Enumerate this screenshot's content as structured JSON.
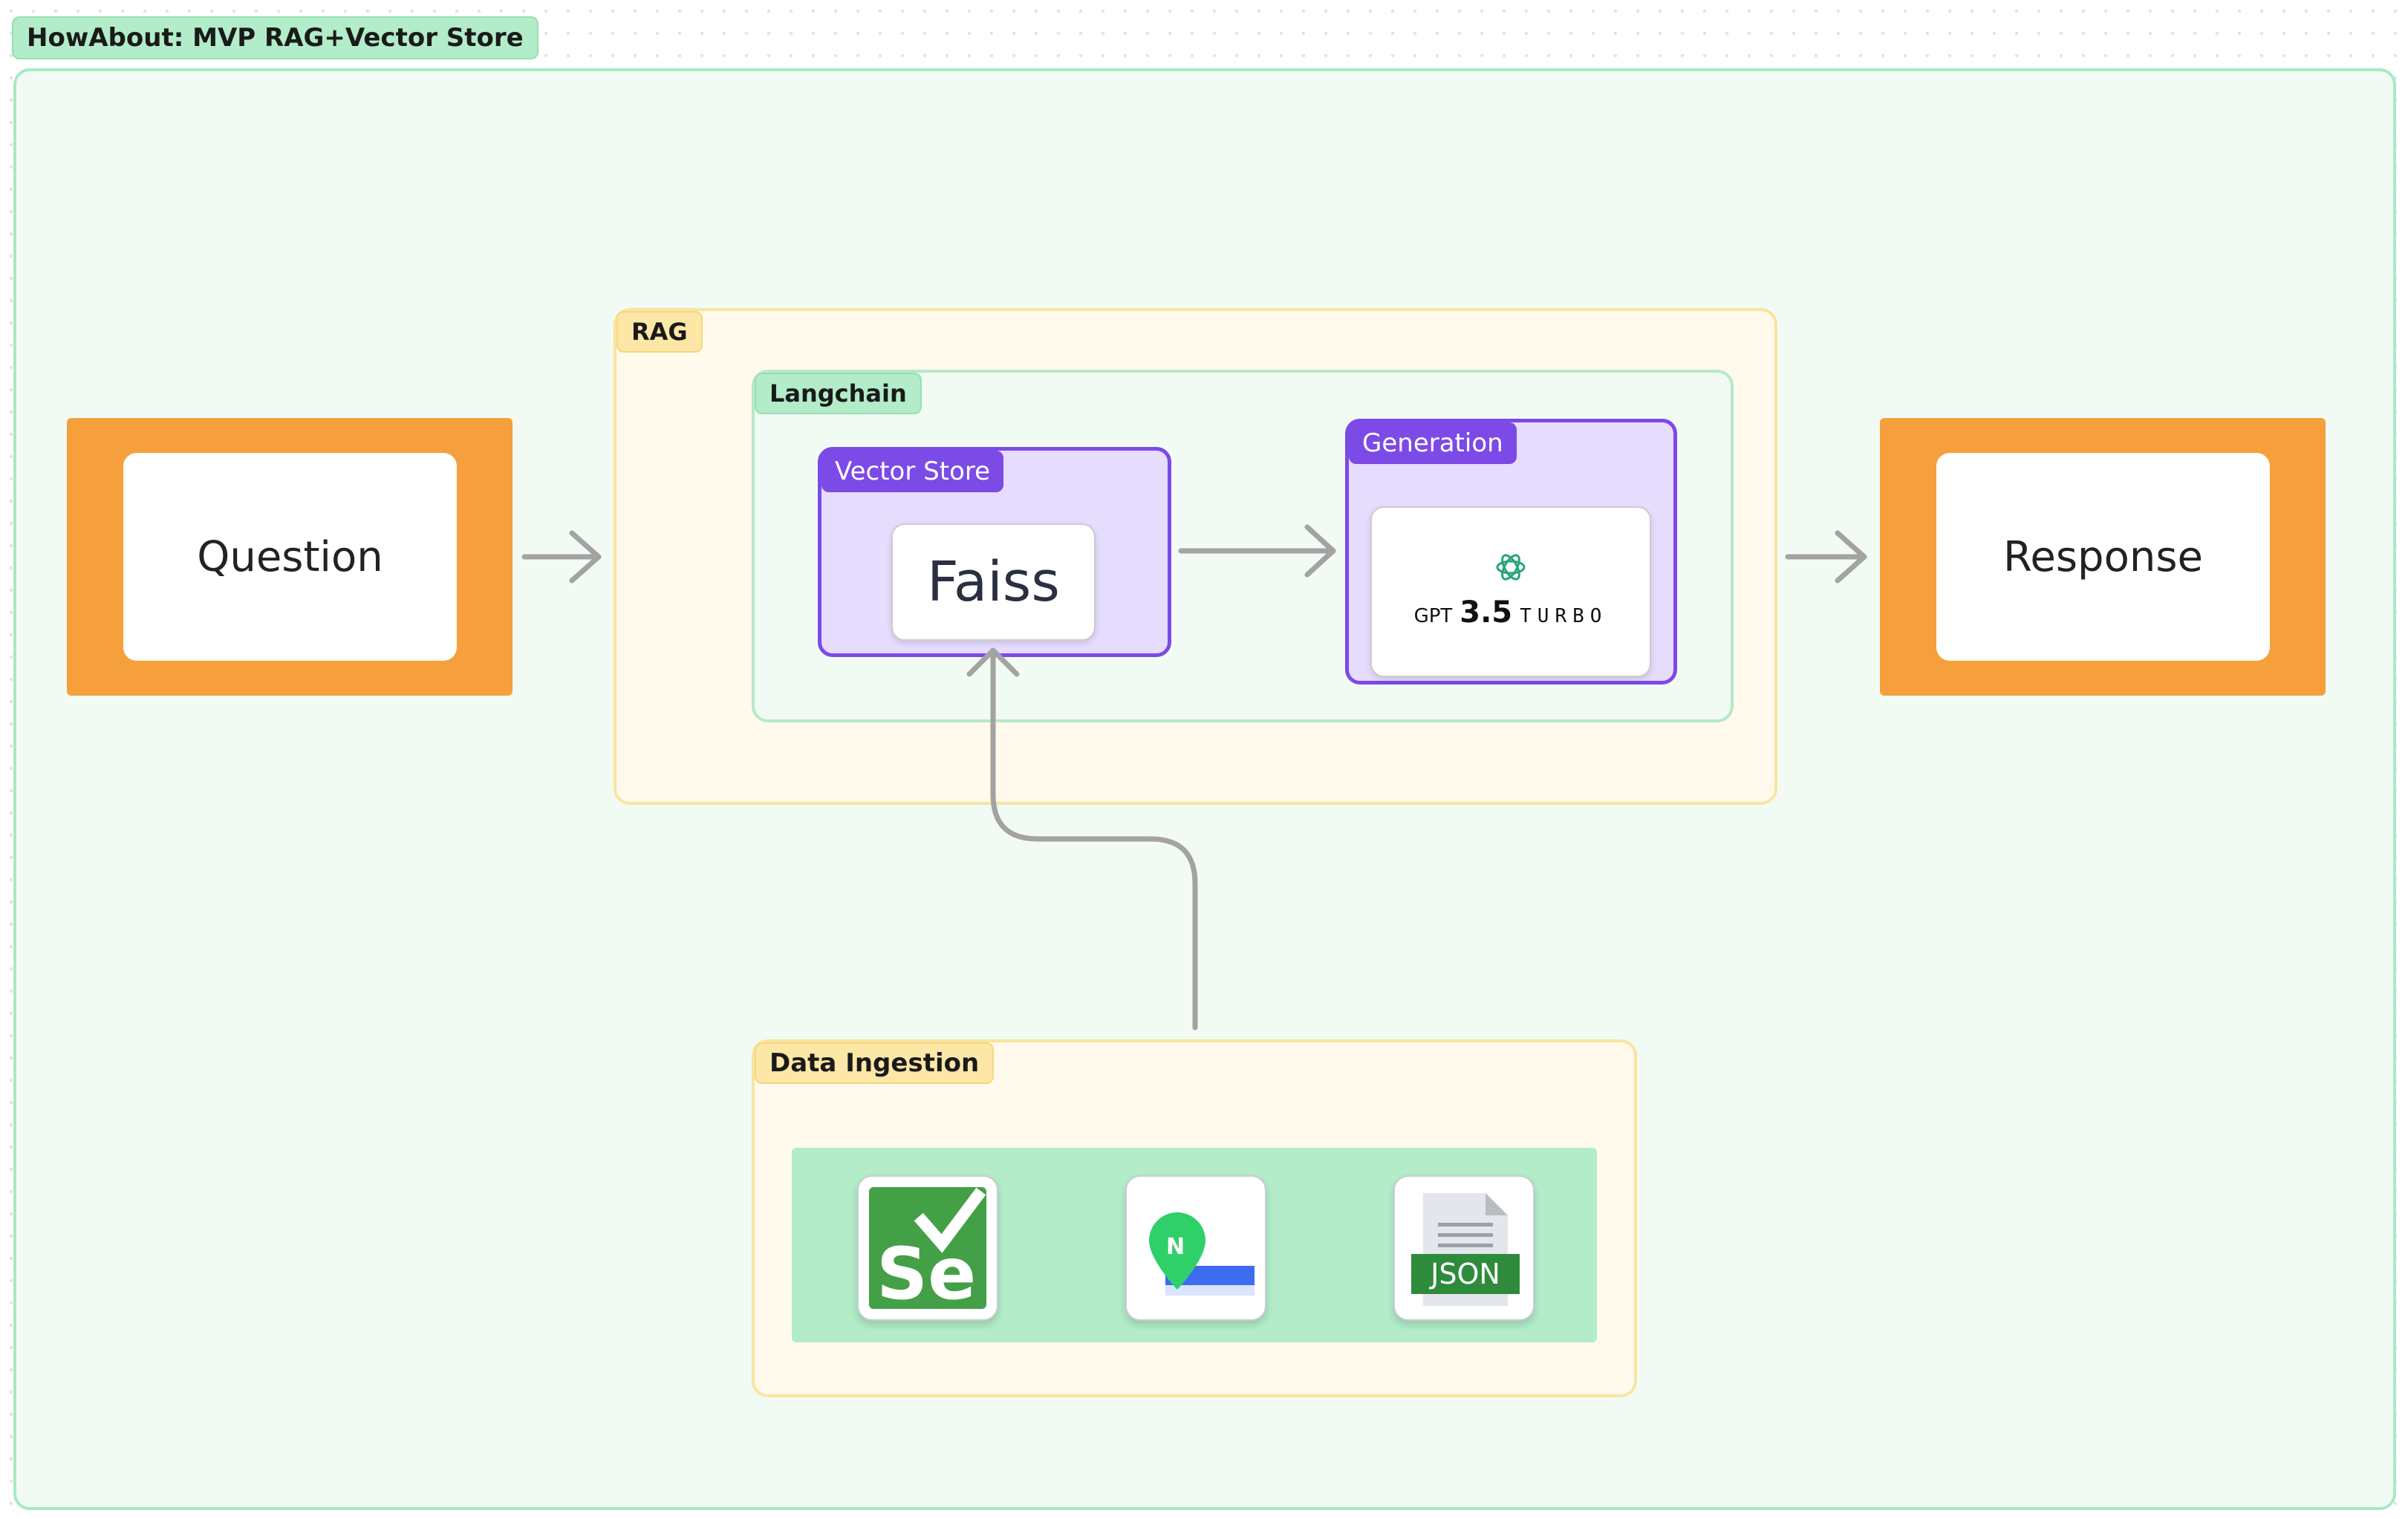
{
  "board": {
    "title": "HowAbout: MVP RAG+Vector Store"
  },
  "question": {
    "label": "Question"
  },
  "response": {
    "label": "Response"
  },
  "rag": {
    "label": "RAG"
  },
  "langchain": {
    "label": "Langchain"
  },
  "vector_store": {
    "label": "Vector Store",
    "engine": "Faiss"
  },
  "generation": {
    "label": "Generation",
    "model": {
      "prefix": "GPT",
      "version": "3.5",
      "suffix": "TURBO",
      "icon": "openai-icon"
    }
  },
  "data_ingestion": {
    "label": "Data Ingestion",
    "sources": [
      {
        "name": "selenium-icon",
        "text": "Se"
      },
      {
        "name": "naver-map-icon",
        "text": "N"
      },
      {
        "name": "json-file-icon",
        "text": "JSON"
      }
    ]
  },
  "colors": {
    "frame_green": "#a9e9c2",
    "frame_fill": "#f1fbf3",
    "io_orange": "#f5a03d",
    "rag_fill": "#fffaec",
    "purple": "#7c4ae6",
    "purple_fill": "#e6dcfd",
    "ingest_tray": "#b2ecc8",
    "arrow": "#a3a3a3"
  }
}
